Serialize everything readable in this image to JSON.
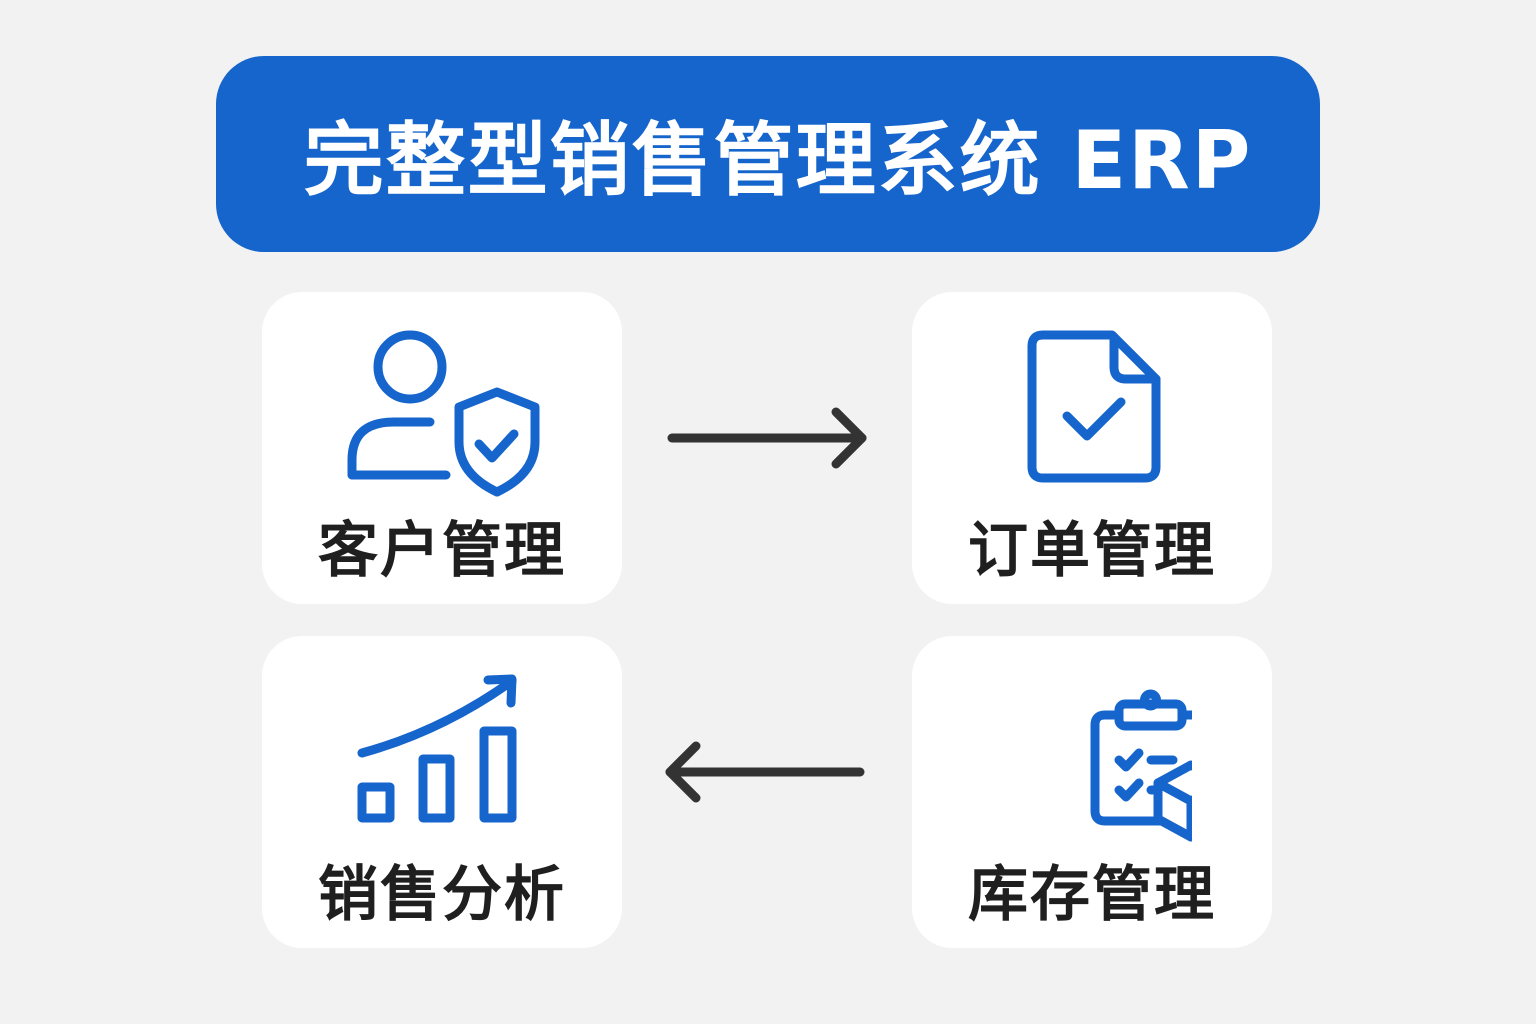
{
  "header": {
    "title": "完整型销售管理系统 ERP"
  },
  "modules": {
    "customer": {
      "label": "客户管理",
      "icon": "user-shield-icon"
    },
    "order": {
      "label": "订单管理",
      "icon": "document-check-icon"
    },
    "analysis": {
      "label": "销售分析",
      "icon": "bar-chart-trend-icon"
    },
    "inventory": {
      "label": "库存管理",
      "icon": "clipboard-box-icon"
    }
  },
  "flow": {
    "arrows": [
      "customer-to-order",
      "inventory-to-analysis"
    ]
  },
  "colors": {
    "accent": "#1565cc",
    "background": "#f2f2f2",
    "card": "#ffffff",
    "text": "#1f1f1f",
    "arrow": "#333333"
  }
}
